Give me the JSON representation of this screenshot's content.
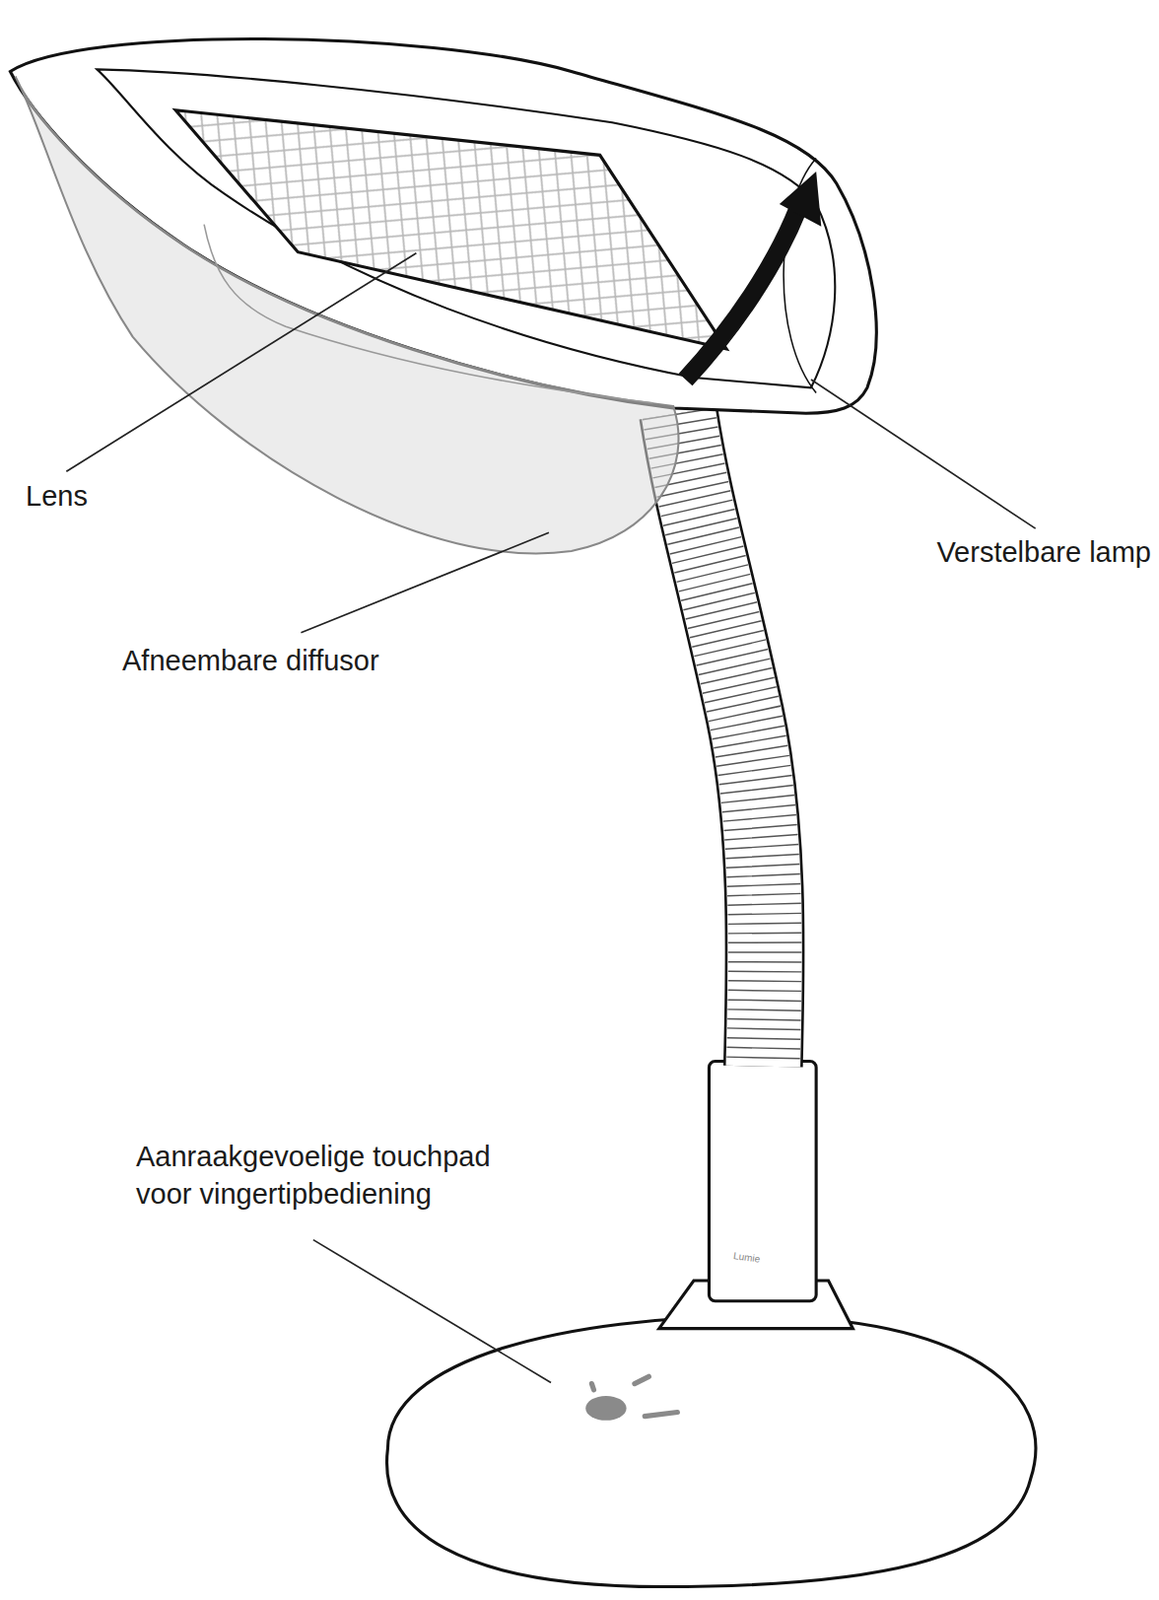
{
  "diagram": {
    "labels": [
      "Lens",
      "Verstelbare lamp",
      "Afneembare diffusor",
      "Aanraakgevoelige touchpad voor vingertipbediening",
      "Lumie"
    ]
  }
}
